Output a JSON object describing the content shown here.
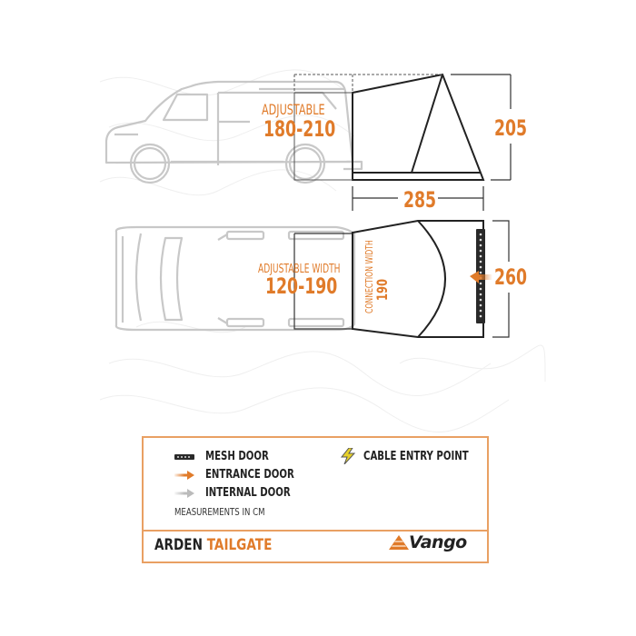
{
  "diagram": {
    "side_view": {
      "adjustable_label": "ADJUSTABLE",
      "adjustable_range": "180-210",
      "height": "205",
      "length": "285"
    },
    "top_view": {
      "adjustable_width_label": "ADJUSTABLE WIDTH",
      "adjustable_width_range": "120-190",
      "connection_width_label": "CONNECTION WIDTH",
      "connection_width_value": "190",
      "width": "260"
    },
    "colors": {
      "accent": "#e07b2a",
      "outline": "#222222",
      "vehicle": "#c8c8c8",
      "border": "#e9a063",
      "cable_icon": "#e6d12a"
    }
  },
  "legend": {
    "items": [
      {
        "icon": "mesh-door-icon",
        "label": "MESH DOOR"
      },
      {
        "icon": "entrance-door-arrow-icon",
        "label": "ENTRANCE DOOR"
      },
      {
        "icon": "internal-door-arrow-icon",
        "label": "INTERNAL DOOR"
      },
      {
        "icon": "lightning-bolt-icon",
        "label": "CABLE ENTRY POINT"
      }
    ],
    "units_note": "MEASUREMENTS IN CM"
  },
  "footer": {
    "product_name_part1": "ARDEN",
    "product_name_part2": "TAILGATE",
    "brand": "Vango"
  }
}
